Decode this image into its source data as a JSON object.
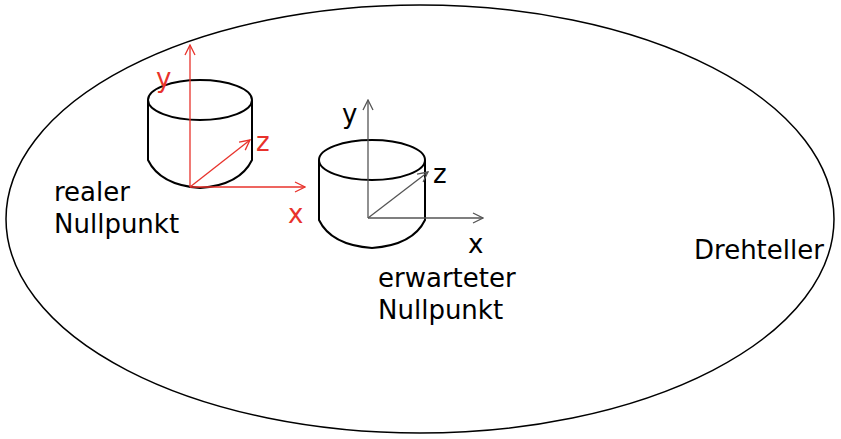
{
  "diagram": {
    "labels": [
      "y",
      "z",
      "x",
      "realer Nullpunkt",
      "y",
      "z",
      "x",
      "erwarteter Nullpunkt",
      "Drehteller"
    ]
  }
}
